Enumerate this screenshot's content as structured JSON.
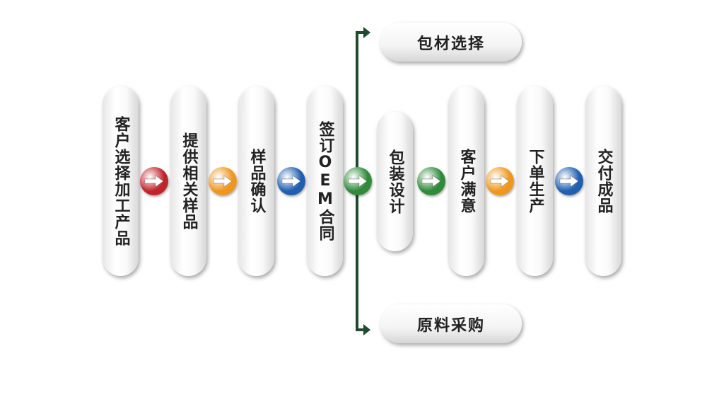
{
  "steps": [
    {
      "label": "客户选择加工产品"
    },
    {
      "label": "提供相关样品"
    },
    {
      "label": "样品确认"
    },
    {
      "label": "签订OEM合同"
    },
    {
      "label": "包装设计"
    },
    {
      "label": "客户满意"
    },
    {
      "label": "下单生产"
    },
    {
      "label": "交付成品"
    }
  ],
  "branches": {
    "top": "包材选择",
    "bottom": "原料采购"
  },
  "arrow_colors": [
    "#c0242b",
    "#f0961e",
    "#1f5fb0",
    "#2f8a3a",
    "#2f8a3a",
    "#f0961e",
    "#1f5fb0"
  ],
  "line_color": "#1f4a2e"
}
